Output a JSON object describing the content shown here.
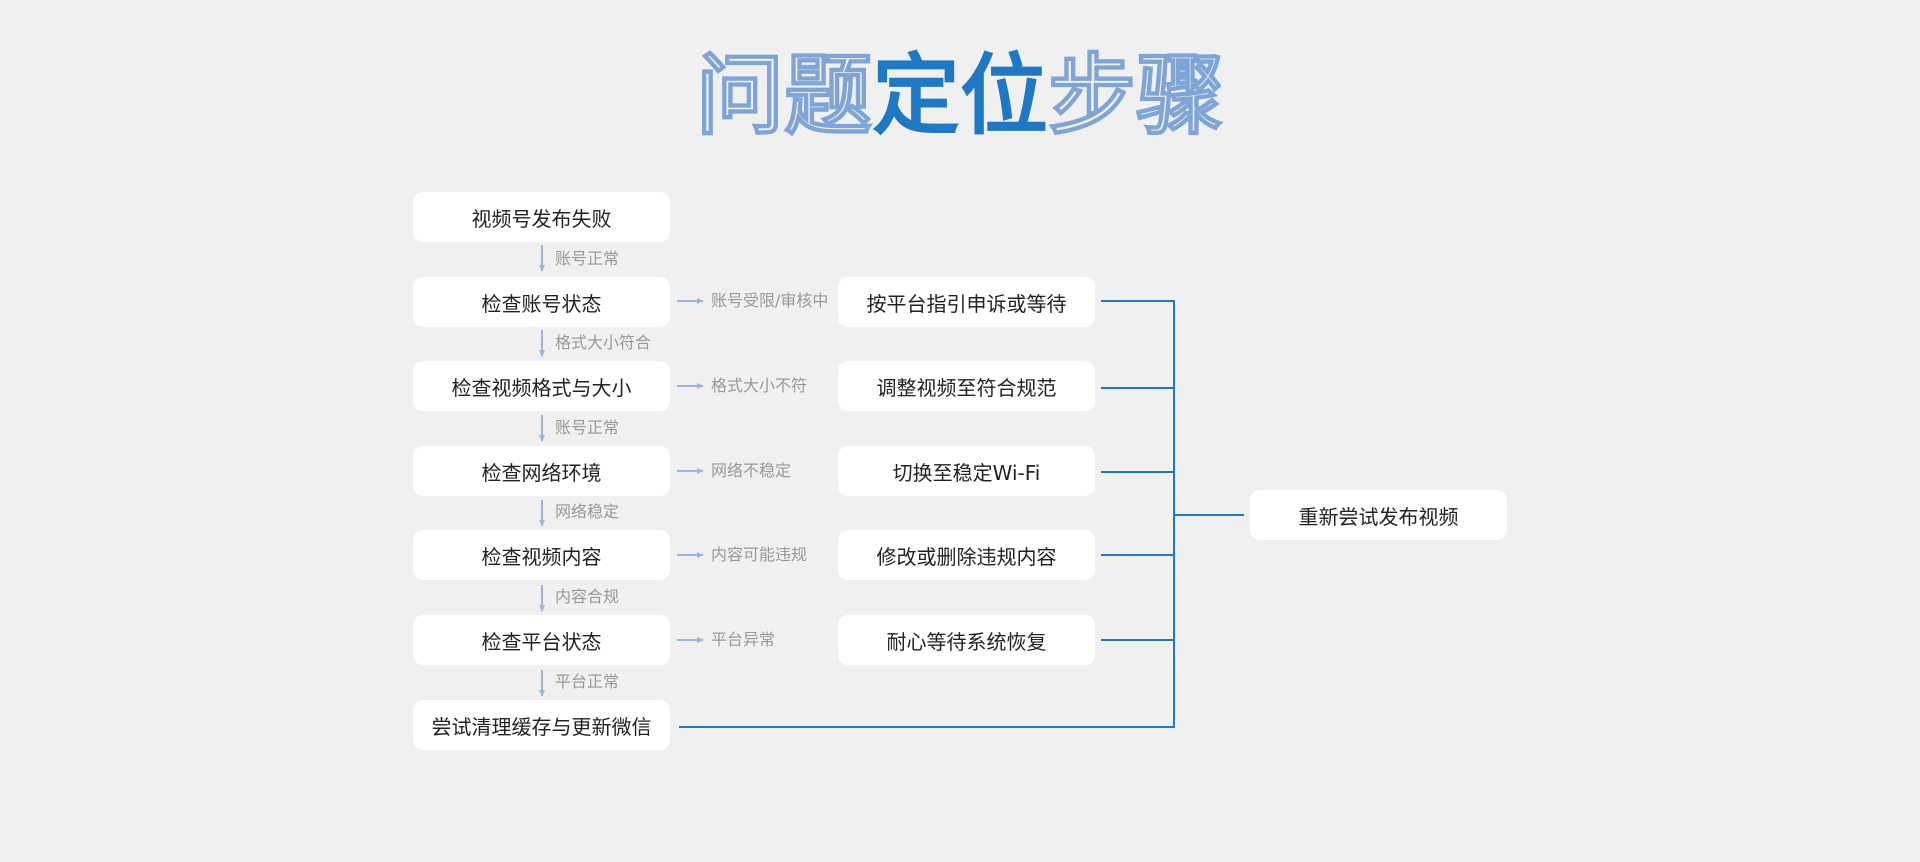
{
  "title": {
    "part1": "问题",
    "part2": "定位",
    "part3": "步骤"
  },
  "colors": {
    "background": "#f0f0f0",
    "accent": "#1f78c4",
    "outline": "#7fa5d6",
    "arrow": "#9ab6de",
    "label": "#999999"
  },
  "steps": [
    {
      "label": "视频号发布失败",
      "next": "账号正常"
    },
    {
      "label": "检查账号状态",
      "next": "格式大小符合",
      "branch": "账号受限/审核中",
      "action": "按平台指引申诉或等待"
    },
    {
      "label": "检查视频格式与大小",
      "next": "账号正常",
      "branch": "格式大小不符",
      "action": "调整视频至符合规范"
    },
    {
      "label": "检查网络环境",
      "next": "网络稳定",
      "branch": "网络不稳定",
      "action": "切换至稳定Wi-Fi"
    },
    {
      "label": "检查视频内容",
      "next": "内容合规",
      "branch": "内容可能违规",
      "action": "修改或删除违规内容"
    },
    {
      "label": "检查平台状态",
      "next": "平台正常",
      "branch": "平台异常",
      "action": "耐心等待系统恢复"
    },
    {
      "label": "尝试清理缓存与更新微信"
    }
  ],
  "final": "重新尝试发布视频"
}
